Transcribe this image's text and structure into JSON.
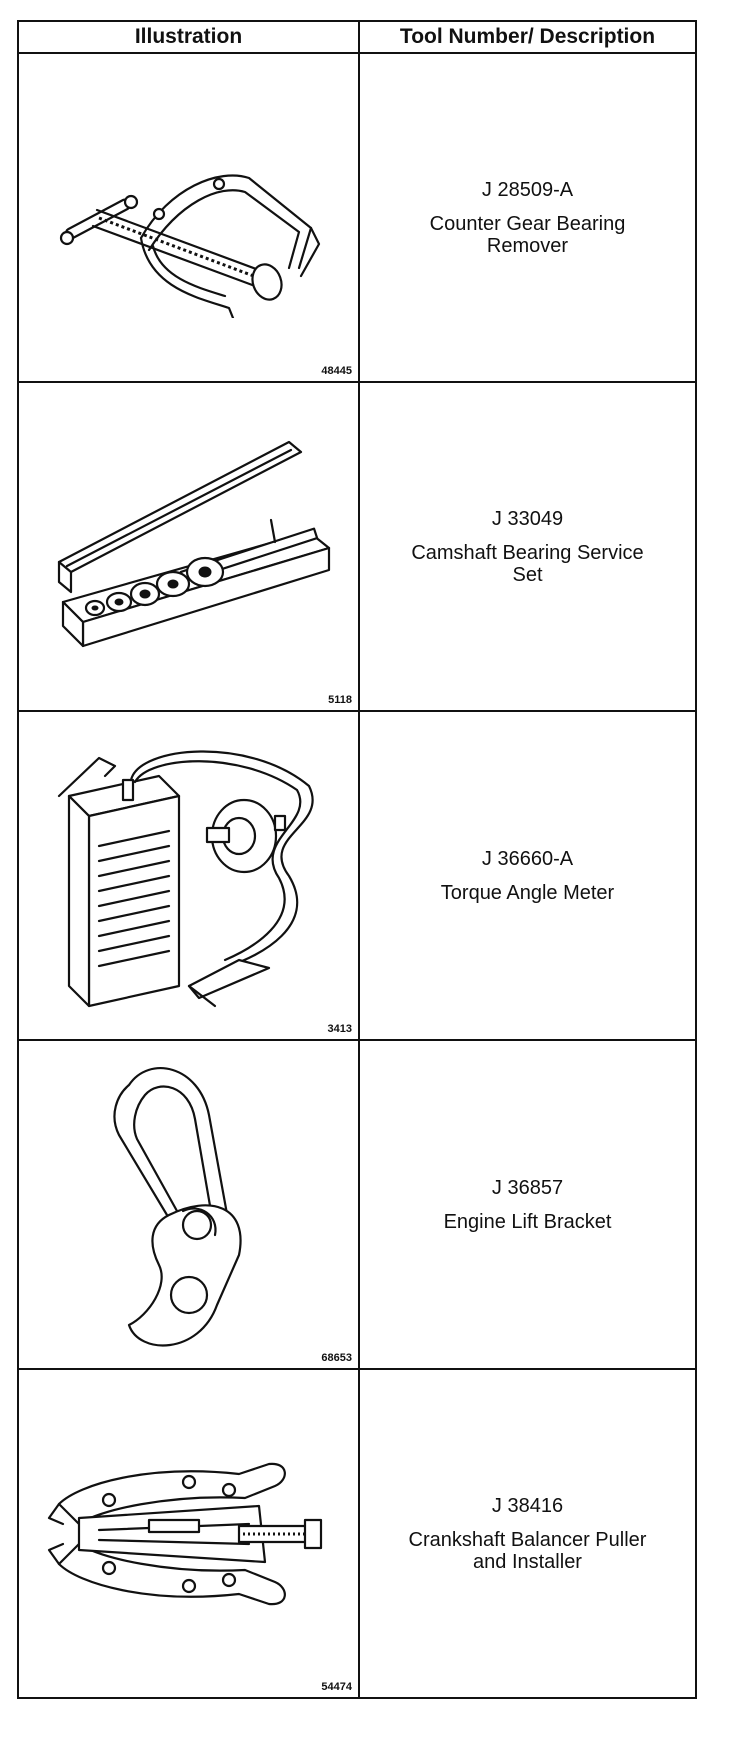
{
  "header": {
    "illustration": "Illustration",
    "tool": "Tool Number/ Description"
  },
  "rows": [
    {
      "figure": "48445",
      "tool_number": "J 28509-A",
      "description": "Counter Gear Bearing Remover",
      "icon": "bearing-remover-icon"
    },
    {
      "figure": "5118",
      "tool_number": "J 33049",
      "description": "Camshaft Bearing Service Set",
      "icon": "bearing-service-set-icon"
    },
    {
      "figure": "3413",
      "tool_number": "J 36660-A",
      "description": "Torque Angle Meter",
      "icon": "torque-angle-meter-icon"
    },
    {
      "figure": "68653",
      "tool_number": "J 36857",
      "description": "Engine Lift Bracket",
      "icon": "lift-bracket-icon"
    },
    {
      "figure": "54474",
      "tool_number": "J 38416",
      "description": "Crankshaft Balancer Puller and Installer",
      "icon": "balancer-puller-icon"
    }
  ]
}
